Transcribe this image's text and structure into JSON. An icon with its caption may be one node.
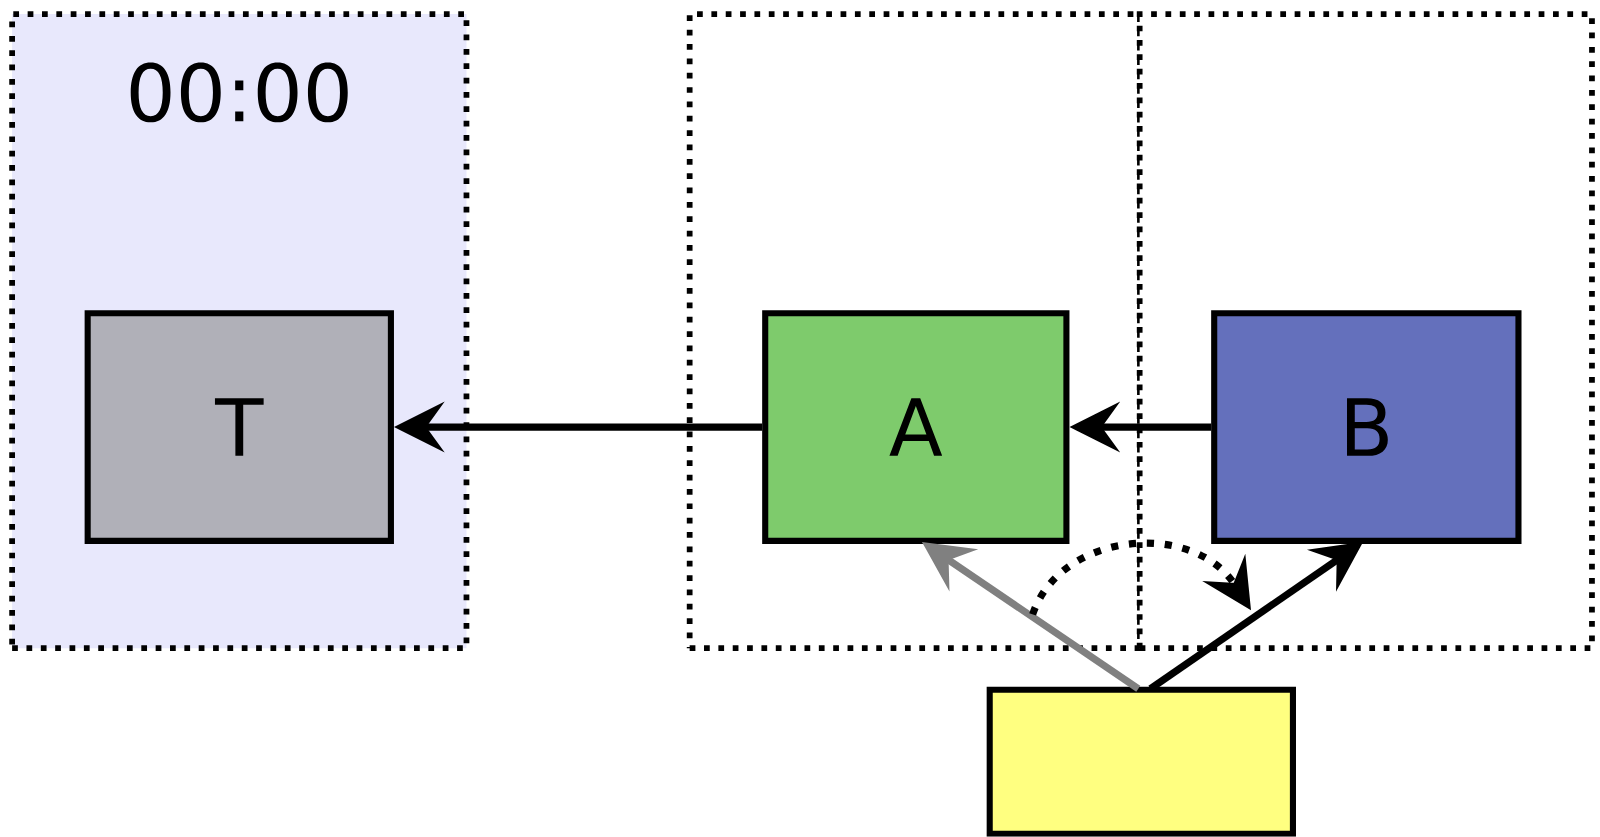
{
  "diagram": {
    "nodes": [
      {
        "text": [
          "00:00"
        ]
      },
      {
        "text": [
          "T"
        ],
        "in": 0
      },
      {
        "text": [],
        "shape": "box"
      },
      {
        "text": [],
        "shape": "box"
      },
      {
        "text": [
          "A"
        ],
        "in": 2
      },
      {
        "text": [
          "B"
        ],
        "in": 3
      },
      {
        "text": [],
        "shape": "box"
      }
    ],
    "edges": [
      {
        "from": 4,
        "to": 1,
        "arrow": "to"
      },
      {
        "from": 5,
        "to": 4,
        "arrow": "to"
      },
      {
        "from": 6,
        "to": 4,
        "arrow": "to",
        "color": "#808080"
      },
      {
        "from": 6,
        "to": 5,
        "arrow": "to"
      }
    ]
  }
}
